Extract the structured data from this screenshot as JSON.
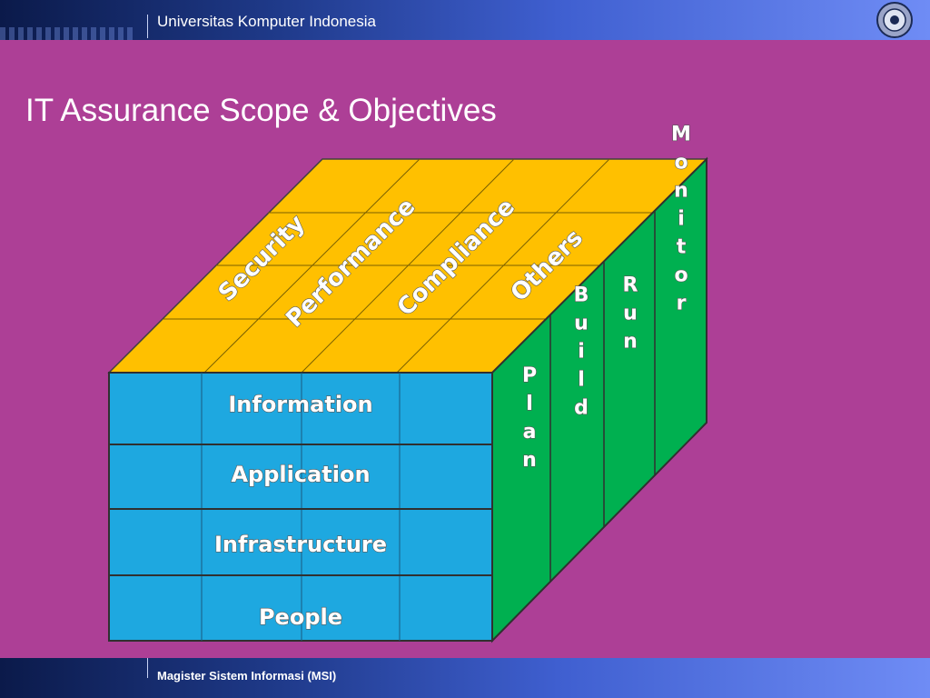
{
  "header": {
    "institution": "Universitas Komputer Indonesia"
  },
  "slide": {
    "title": "IT Assurance Scope & Objectives"
  },
  "footer": {
    "program": "Magister Sistem Informasi (MSI)"
  },
  "cube": {
    "top_face": [
      "Security",
      "Performance",
      "Compliance",
      "Others"
    ],
    "front_face": [
      "Information",
      "Application",
      "Infrastructure",
      "People"
    ],
    "side_face": [
      "Plan",
      "Build",
      "Run",
      "Monitor"
    ]
  },
  "colors": {
    "background": "#ad3f96",
    "top": "#ffc000",
    "front": "#1ea8e0",
    "side": "#00b050",
    "header": "#1f3a8a"
  },
  "icons": {
    "logo": "university-seal-icon"
  }
}
